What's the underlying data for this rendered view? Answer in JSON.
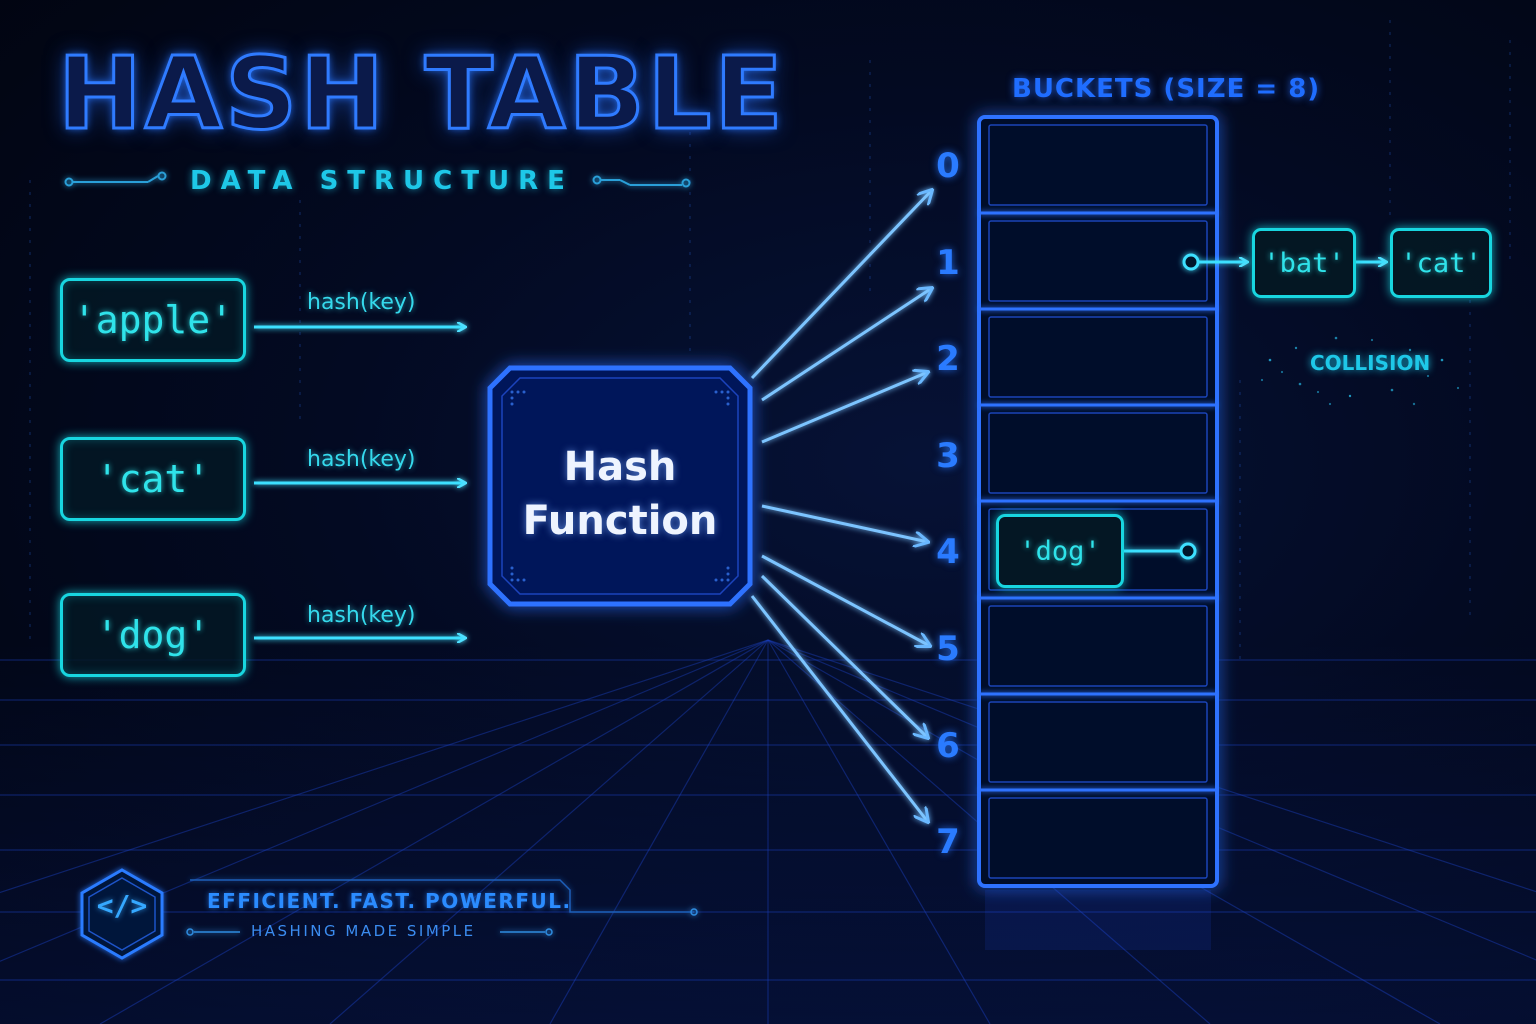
{
  "title": "HASH TABLE",
  "subtitle": "DATA STRUCTURE",
  "keys": [
    {
      "text": "'apple'",
      "edge_label": "hash(key)"
    },
    {
      "text": "'cat'",
      "edge_label": "hash(key)"
    },
    {
      "text": "'dog'",
      "edge_label": "hash(key)"
    }
  ],
  "hash_function": {
    "line1": "Hash",
    "line2": "Function"
  },
  "buckets": {
    "title": "BUCKETS (SIZE = 8)",
    "indices": [
      "0",
      "1",
      "2",
      "3",
      "4",
      "5",
      "6",
      "7"
    ]
  },
  "chain": {
    "first": "'bat'",
    "second": "'cat'"
  },
  "stored_entry": "'dog'",
  "collision_label": "COLLISION",
  "footer": {
    "icon": "</>",
    "tagline": "EFFICIENT. FAST. POWERFUL.",
    "sub": "HASHING MADE SIMPLE"
  },
  "colors": {
    "blue": "#2a7bff",
    "cyan": "#18d6e0",
    "white": "#eef4ff"
  }
}
